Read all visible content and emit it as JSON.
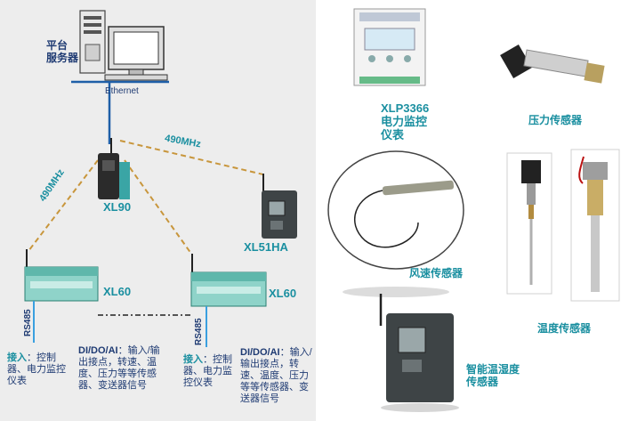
{
  "left": {
    "server_label": "平台\n服务器",
    "ethernet_label": "Ethernet",
    "freq_label_1": "490MHz",
    "freq_label_2": "490MHz",
    "xl90_label": "XL90",
    "xl51ha_label": "XL51HA",
    "xl60_left_label": "XL60",
    "xl60_right_label": "XL60",
    "rs485_left": "RS485",
    "rs485_right": "RS485",
    "access_left_prefix": "接入",
    "access_left_text": "：控制器、电力监控仪表",
    "dio_left_prefix": "DI/DO/AI",
    "dio_left_text": "：输入/输出接点，转速、温度、压力等等传感器、变送器信号",
    "access_right_prefix": "接入",
    "access_right_text": "：控制器、电力监控仪表",
    "dio_right_prefix": "DI/DO/AI",
    "dio_right_text": "：输入/输出接点，转速、温度、压力等等传感器、变送器信号"
  },
  "right": {
    "meter_label": "XLP3366\n电力监控\n仪表",
    "pressure_label": "压力传感器",
    "wind_label": "风速传感器",
    "temp_label": "温度传感器",
    "humidity_label": "智能温湿度\n传感器"
  },
  "colors": {
    "teal": "#1a8fa0",
    "navy": "#1f3b73",
    "link_dashed": "#c8963c",
    "ethernet_line": "#1f5fa8"
  }
}
